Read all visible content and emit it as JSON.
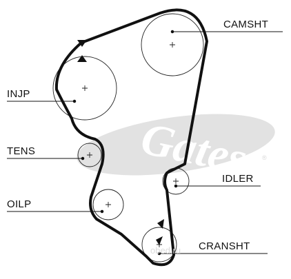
{
  "diagram": {
    "labels": {
      "camshaft": "CAMSHT",
      "injection_pump": "INJP",
      "tensioner": "TENS",
      "idler": "IDLER",
      "oil_pump": "OILP",
      "crankshaft": "CRANSHT"
    },
    "brand_watermark": "Gates",
    "registered_mark": "®",
    "site_watermark": "obed.ru"
  },
  "colors": {
    "ink": "#111111",
    "watermark": "#dcdcdc"
  }
}
